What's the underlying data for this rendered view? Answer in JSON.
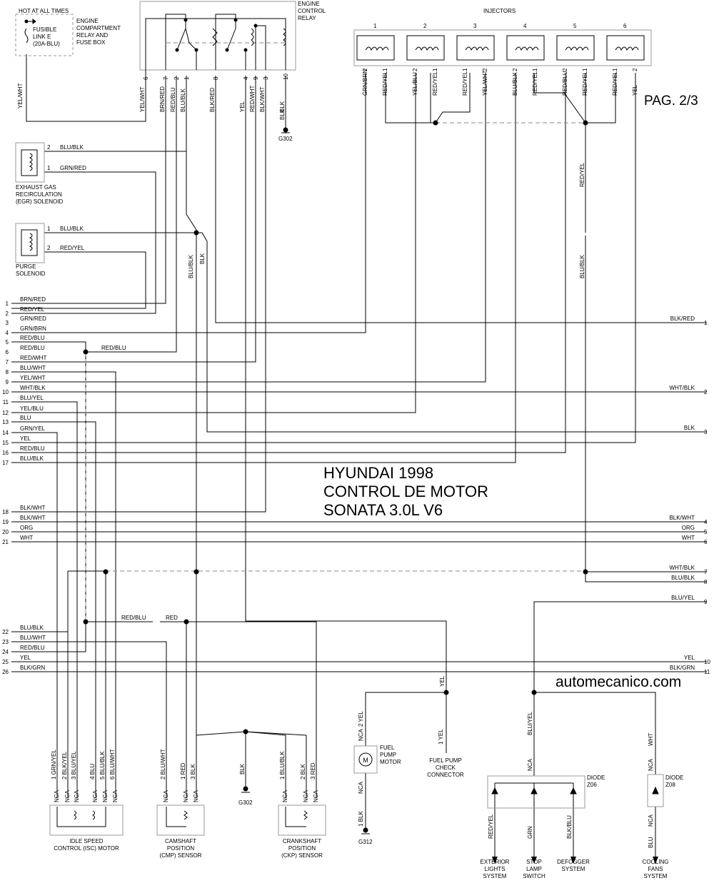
{
  "page": "PAG. 2/3",
  "title_lines": [
    "HYUNDAI 1998",
    "CONTROL DE MOTOR",
    "SONATA 3.0L V6"
  ],
  "watermark": "automecanico.com",
  "hot_label": "HOT AT ALL TIMES",
  "fuse": {
    "label": [
      "FUSIBLE",
      "LINK E",
      "(20A-BLU)"
    ],
    "wire": "YEL/WHT"
  },
  "compartment_box": [
    "ENGINE",
    "COMPARTMENT",
    "RELAY AND",
    "FUSE BOX"
  ],
  "relay": {
    "title": [
      "ENGINE",
      "CONTROL",
      "RELAY"
    ],
    "pins": [
      {
        "pin": "6",
        "wire": "YEL/WHT"
      },
      {
        "pin": "7",
        "wire": "BRN/RED"
      },
      {
        "pin": "2",
        "wire": "RED/BLU"
      },
      {
        "pin": "1",
        "wire": "BLU/BLK"
      },
      {
        "pin": "8",
        "wire": "BLK/RED"
      },
      {
        "pin": "4",
        "wire": "YEL"
      },
      {
        "pin": "9",
        "wire": "RED/WHT"
      },
      {
        "pin": "3",
        "wire": "BLK/WHT"
      },
      {
        "pin": "10",
        "wire": "BLK"
      }
    ],
    "ground_wire": "BLK",
    "ground": "G302"
  },
  "injectors": {
    "title": "INJECTORS",
    "units": [
      {
        "num": "1",
        "pins": [
          {
            "pin": "2",
            "wire": "GRN/BRN"
          },
          {
            "pin": "1",
            "wire": "RED/YEL"
          }
        ]
      },
      {
        "num": "2",
        "pins": [
          {
            "pin": "2",
            "wire": "YEL/BLU"
          },
          {
            "pin": "1",
            "wire": "RED/YEL"
          }
        ]
      },
      {
        "num": "3",
        "pins": [
          {
            "pin": "1",
            "wire": "RED/YEL"
          },
          {
            "pin": "2",
            "wire": "YEL/WHT"
          }
        ]
      },
      {
        "num": "4",
        "pins": [
          {
            "pin": "2",
            "wire": "BLU/BLK"
          },
          {
            "pin": "1",
            "wire": "RED/YEL"
          }
        ]
      },
      {
        "num": "5",
        "pins": [
          {
            "pin": "2",
            "wire": "RED/BLU"
          },
          {
            "pin": "1",
            "wire": "RED/YEL"
          }
        ]
      },
      {
        "num": "6",
        "pins": [
          {
            "pin": "1",
            "wire": "RED/YEL"
          },
          {
            "pin": "2",
            "wire": "YEL"
          }
        ]
      }
    ],
    "trunk_wire": "RED/YEL",
    "trunk_lower_wire": "BLU/BLK"
  },
  "egr": {
    "name": [
      "EXHAUST GAS",
      "RECIRCULATION",
      "(EGR) SOLENOID"
    ],
    "pins": [
      {
        "pin": "2",
        "wire": "BLU/BLK"
      },
      {
        "pin": "1",
        "wire": "GRN/RED"
      }
    ]
  },
  "purge": {
    "name": [
      "PURGE",
      "SOLENOID"
    ],
    "pins": [
      {
        "pin": "1",
        "wire": "BLU/BLK"
      },
      {
        "pin": "2",
        "wire": "RED/YEL"
      }
    ]
  },
  "mid_labels": [
    "BLU/BLK",
    "BLK"
  ],
  "left_rows": [
    {
      "num": "1",
      "wire": "BRN/RED"
    },
    {
      "num": "2",
      "wire": "RED/YEL"
    },
    {
      "num": "3",
      "wire": "GRN/RED"
    },
    {
      "num": "4",
      "wire": "GRN/BRN"
    },
    {
      "num": "5",
      "wire": "RED/BLU"
    },
    {
      "num": "6",
      "wire": "RED/BLU"
    },
    {
      "num": "7",
      "wire": "RED/WHT"
    },
    {
      "num": "8",
      "wire": "BLU/WHT"
    },
    {
      "num": "9",
      "wire": "YEL/WHT"
    },
    {
      "num": "10",
      "wire": "WHT/BLK"
    },
    {
      "num": "11",
      "wire": "BLU/YEL"
    },
    {
      "num": "12",
      "wire": "YEL/BLU"
    },
    {
      "num": "13",
      "wire": "BLU"
    },
    {
      "num": "14",
      "wire": "GRN/YEL"
    },
    {
      "num": "15",
      "wire": "YEL"
    },
    {
      "num": "16",
      "wire": "RED/BLU"
    },
    {
      "num": "17",
      "wire": "BLU/BLK"
    },
    {
      "num": "18",
      "wire": "BLK/WHT"
    },
    {
      "num": "19",
      "wire": "BLK/WHT"
    },
    {
      "num": "20",
      "wire": "ORG"
    },
    {
      "num": "21",
      "wire": "WHT"
    },
    {
      "num": "22",
      "wire": "BLU/BLK"
    },
    {
      "num": "23",
      "wire": "BLU/WHT"
    },
    {
      "num": "24",
      "wire": "RED/BLU"
    },
    {
      "num": "25",
      "wire": "YEL"
    },
    {
      "num": "26",
      "wire": "BLK/GRN"
    }
  ],
  "splice_label_6": "RED/BLU",
  "right_rows": [
    {
      "num": "1",
      "wire": "BLK/RED"
    },
    {
      "num": "2",
      "wire": "WHT/BLK"
    },
    {
      "num": "3",
      "wire": "BLK"
    },
    {
      "num": "4",
      "wire": "BLK/WHT"
    },
    {
      "num": "5",
      "wire": "ORG"
    },
    {
      "num": "6",
      "wire": "WHT"
    },
    {
      "num": "7",
      "wire": "WHT/BLK"
    },
    {
      "num": "8",
      "wire": "BLU/BLK"
    },
    {
      "num": "9",
      "wire": "BLU/YEL"
    },
    {
      "num": "10",
      "wire": "YEL"
    },
    {
      "num": "11",
      "wire": "BLK/GRN"
    }
  ],
  "red_splice": {
    "left": "RED/BLU",
    "right": "RED"
  },
  "isc": {
    "name": [
      "IDLE SPEED",
      "CONTROL (ISC) MOTOR"
    ],
    "pins": [
      {
        "pin": "1",
        "wire": "GRN/YEL"
      },
      {
        "pin": "2",
        "wire": "BLK/YEL"
      },
      {
        "pin": "3",
        "wire": "BLU/YEL"
      },
      {
        "pin": "4",
        "wire": "BLU"
      },
      {
        "pin": "5",
        "wire": "BLU/BLK"
      },
      {
        "pin": "6",
        "wire": "BLU/WHT"
      }
    ],
    "nca": [
      "NCA",
      "NCA",
      "NCA",
      "NCA",
      "NCA",
      "NCA"
    ]
  },
  "cmp": {
    "name": [
      "CAMSHAFT",
      "POSITION",
      "(CMP) SENSOR"
    ],
    "pins": [
      {
        "pin": "2",
        "wire": "BLU/WHT"
      },
      {
        "pin": "1",
        "wire": "RED"
      },
      {
        "pin": "3",
        "wire": "BLK"
      }
    ],
    "nca": [
      "NCA",
      "NCA",
      "NCA"
    ]
  },
  "g302_lower": {
    "wire": "BLK",
    "ground": "G302"
  },
  "ckp": {
    "name": [
      "CRANKSHAFT",
      "POSITION",
      "(CKP) SENSOR"
    ],
    "pins": [
      {
        "pin": "1",
        "wire": "BLU/BLK"
      },
      {
        "pin": "2",
        "wire": "BLK"
      },
      {
        "pin": "3",
        "wire": "RED"
      }
    ],
    "nca": [
      "NCA",
      "NCA",
      "NCA"
    ]
  },
  "fuel_pump": {
    "name": [
      "FUEL",
      "PUMP",
      "MOTOR"
    ],
    "symbol": "M",
    "top": {
      "pin": "2",
      "wire": "YEL",
      "nca": "NCA"
    },
    "bottom": {
      "pin": "1",
      "wire": "BLK",
      "nca": "NCA"
    },
    "ground": "G312",
    "splice_wire": "YEL"
  },
  "check_connector": {
    "name": [
      "FUEL PUMP",
      "CHECK",
      "CONNECTOR"
    ],
    "pin": "1",
    "wire": "YEL"
  },
  "diode_z06": {
    "name": [
      "DIODE",
      "Z06"
    ],
    "in_wire": "BLU/YEL",
    "nca": "NCA",
    "outputs": [
      {
        "wire": "RED/YEL",
        "dest": [
          "EXTERIOR",
          "LIGHTS",
          "SYSTEM"
        ]
      },
      {
        "wire": "GRN",
        "dest": [
          "STOP",
          "LAMP",
          "SWITCH"
        ]
      },
      {
        "wire": "BLK/BLU",
        "dest": [
          "DEFOGGER",
          "SYSTEM"
        ]
      }
    ]
  },
  "diode_z08": {
    "name": [
      "DIODE",
      "Z08"
    ],
    "in_wire": "WHT",
    "nca": [
      "NCA",
      "NCA"
    ],
    "out_wire": "BLU",
    "dest": [
      "COOLING",
      "FANS",
      "SYSTEM"
    ]
  },
  "colors": {
    "line": "#000000",
    "dashed": "#888888",
    "box": "#999999"
  }
}
